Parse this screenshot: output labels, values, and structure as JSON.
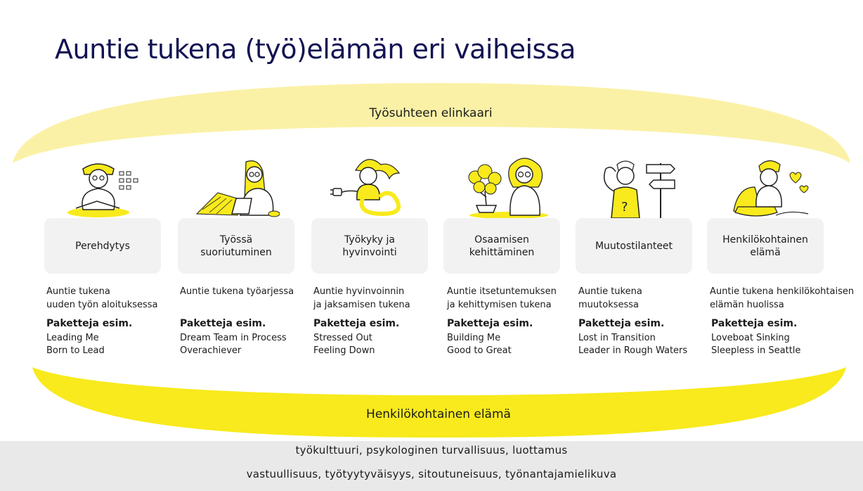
{
  "title": "Auntie tukena (työ)elämän eri vaiheissa",
  "band_top": "Työsuhteen elinkaari",
  "band_bottom": "Henkilökohtainen elämä",
  "colors": {
    "title": "#121252",
    "yellow": "#f8ea1c",
    "pale_yellow": "#fbf1a6",
    "card_bg": "#f2f2f2",
    "footer_bg": "#e9e9e9"
  },
  "phases": [
    {
      "title": "Perehdytys",
      "desc": "Auntie tukena\nuuden työn aloituksessa",
      "packages_label": "Paketteja esim.",
      "packages": [
        "Leading Me",
        "Born to Lead"
      ],
      "icon": "person-checklist-icon"
    },
    {
      "title": "Työssä suoriutuminen",
      "desc": "Auntie tukena työarjessa",
      "packages_label": "Paketteja esim.",
      "packages": [
        "Dream Team in Process",
        "Overachiever"
      ],
      "icon": "person-laptop-icon"
    },
    {
      "title": "Työkyky ja hyvinvointi",
      "desc": "Auntie hyvinvoinnin\nja jaksamisen tukena",
      "packages_label": "Paketteja esim.",
      "packages": [
        "Stressed Out",
        "Feeling Down"
      ],
      "icon": "person-plug-icon"
    },
    {
      "title": "Osaamisen kehittäminen",
      "desc": "Auntie itsetuntemuksen\nja kehittymisen tukena",
      "packages_label": "Paketteja esim.",
      "packages": [
        "Building Me",
        "Good to Great"
      ],
      "icon": "person-bonsai-icon"
    },
    {
      "title": "Muutostilanteet",
      "desc": "Auntie tukena\nmuutoksessa",
      "packages_label": "Paketteja esim.",
      "packages": [
        "Lost in Transition",
        "Leader in Rough Waters"
      ],
      "icon": "person-signpost-icon"
    },
    {
      "title": "Henkilökohtainen elämä",
      "desc": "Auntie tukena henkilökohtaisen\nelämän huolissa",
      "packages_label": "Paketteja esim.",
      "packages": [
        "Loveboat Sinking",
        "Sleepless in Seattle"
      ],
      "icon": "person-boat-icon"
    }
  ],
  "footer": {
    "line1": "työkulttuuri, psykologinen turvallisuus, luottamus",
    "line2": "vastuullisuus, työtyytyväisyys, sitoutuneisuus, työnantajamielikuva"
  }
}
